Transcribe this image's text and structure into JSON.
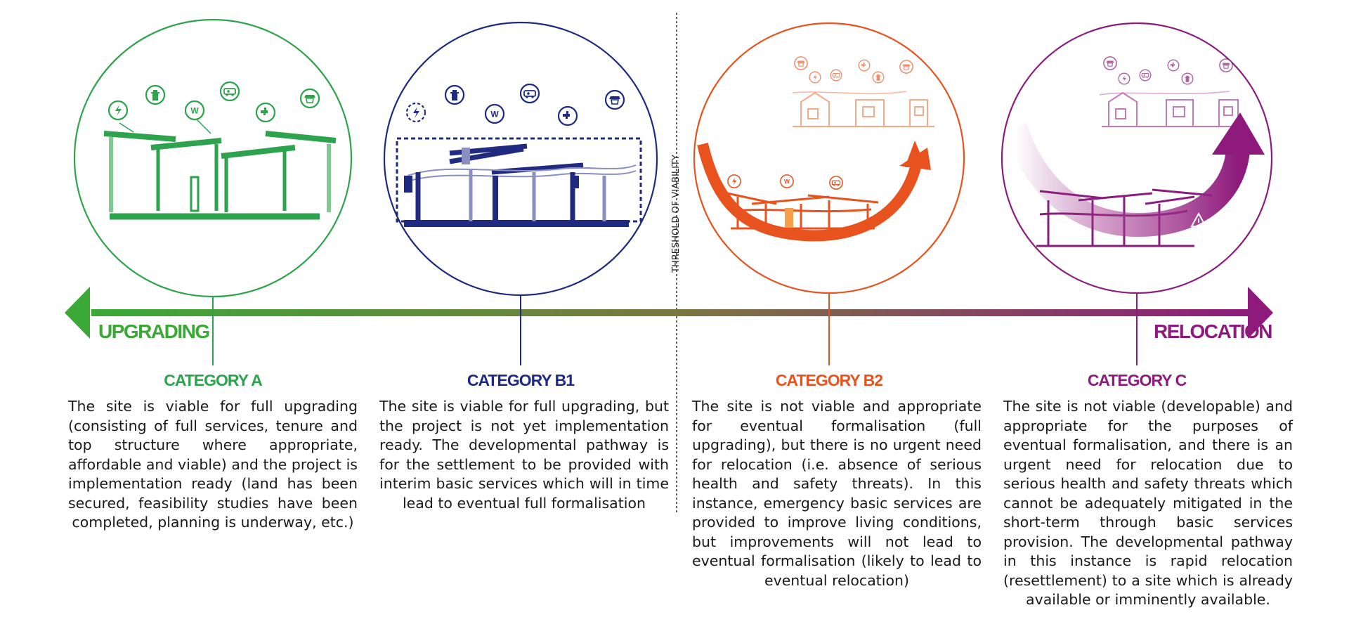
{
  "threshold_label": "THRESHOLD OF VIABILITY",
  "poles": {
    "left": "UPGRADING",
    "right": "RELOCATION"
  },
  "colors": {
    "category_a": "#2ea34d",
    "category_b1": "#1f2a80",
    "category_b2": "#e8521e",
    "category_c": "#8a1d7e",
    "arrow_left": "#3aa935",
    "arrow_right": "#8e1a7c"
  },
  "categories": [
    {
      "title": "CATEGORY A",
      "description": "The site is viable for full upgrading (consisting of full services, tenure and top structure where appropriate, affordable and viable) and the project is implementation ready (land has been secured, feasibility studies have been completed, planning is underway, etc.)"
    },
    {
      "title": "CATEGORY B1",
      "description": "The site is viable for full upgrading, but the project is not yet implementation ready. The developmental pathway is for the settlement to be provided with interim basic services which will in time lead to eventual full formalisation"
    },
    {
      "title": "CATEGORY B2",
      "description": "The site is not viable and appropriate for eventual formalisation (full upgrading), but there is no urgent need for relocation (i.e. absence of serious health and safety threats). In this instance, emergency basic services are provided to improve living conditions, but improvements will not lead to eventual formalisation (likely to lead to eventual relocation)"
    },
    {
      "title": "CATEGORY C",
      "description": "The site is not viable (developable) and appropriate for the purposes of eventual formalisation, and there is an urgent need for relocation due to serious health and safety threats which cannot be adequately mitigated in the short-term through basic services provision. The developmental pathway in this instance is rapid relocation (resettlement) to a site which is already available or imminently available."
    }
  ],
  "icons": [
    "electricity-icon",
    "fire-hydrant-icon",
    "water-icon",
    "ambulance-icon",
    "tap-icon",
    "waste-bin-icon"
  ]
}
